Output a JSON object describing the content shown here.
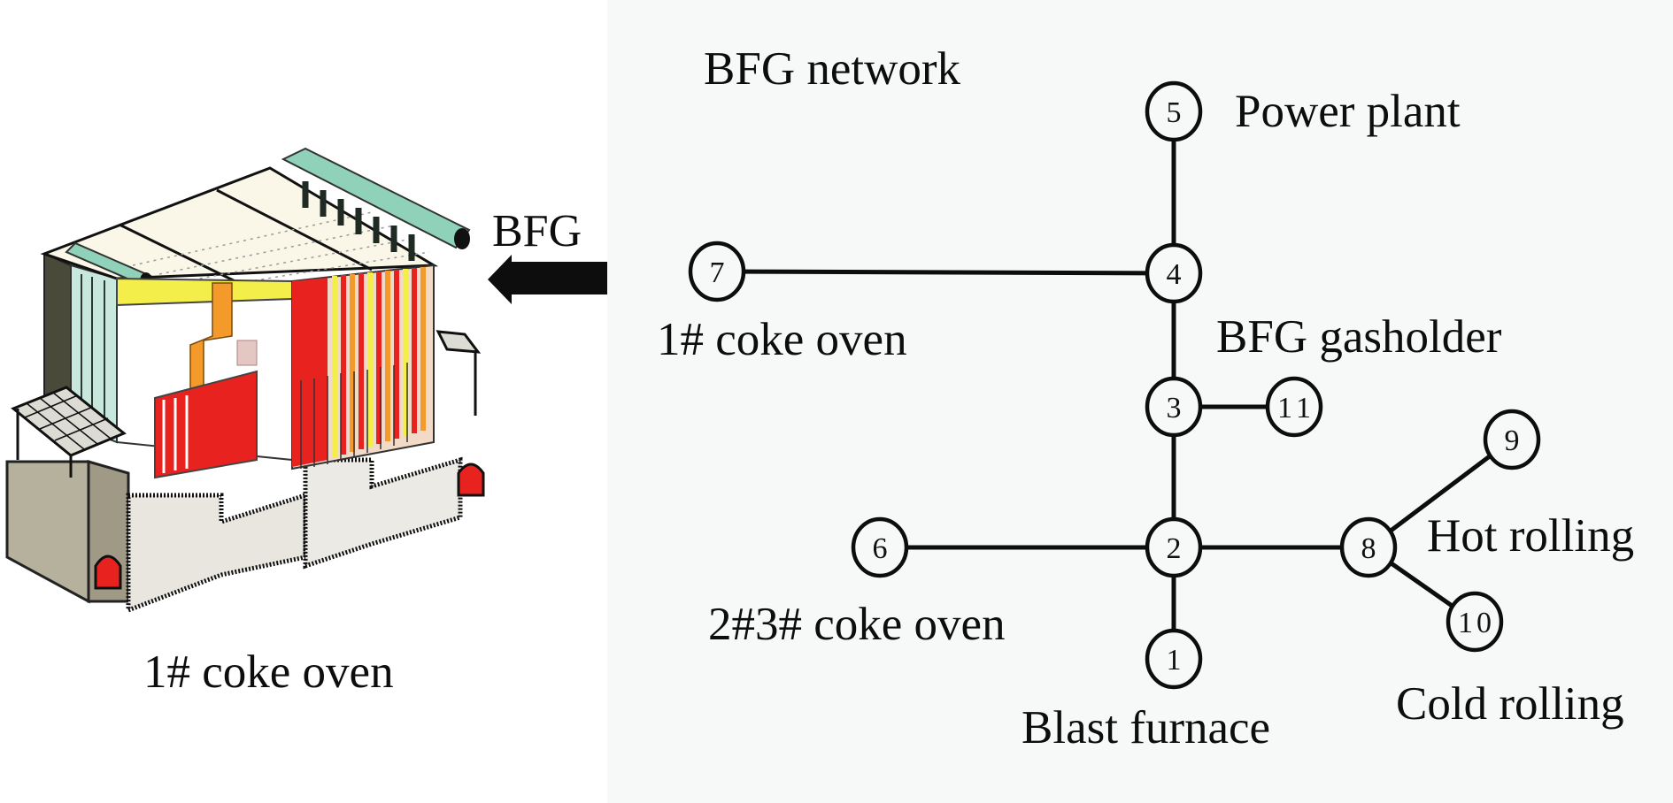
{
  "left": {
    "oven_caption": "1# coke oven",
    "arrow_label": "BFG",
    "illustration": "coke-oven-isometric-cutaway"
  },
  "network": {
    "title": "BFG network",
    "nodes": [
      {
        "id": "1",
        "label": "Blast furnace"
      },
      {
        "id": "2",
        "label": ""
      },
      {
        "id": "3",
        "label": ""
      },
      {
        "id": "4",
        "label": ""
      },
      {
        "id": "5",
        "label": "Power plant"
      },
      {
        "id": "6",
        "label": "2#3# coke oven"
      },
      {
        "id": "7",
        "label": "1# coke oven"
      },
      {
        "id": "8",
        "label": "Hot rolling"
      },
      {
        "id": "9",
        "label": ""
      },
      {
        "id": "10",
        "label": "Cold rolling"
      },
      {
        "id": "11",
        "label": ""
      }
    ],
    "edges": [
      [
        "5",
        "4"
      ],
      [
        "7",
        "4"
      ],
      [
        "4",
        "3"
      ],
      [
        "3",
        "11"
      ],
      [
        "3",
        "2"
      ],
      [
        "6",
        "2"
      ],
      [
        "2",
        "1"
      ],
      [
        "2",
        "8"
      ],
      [
        "8",
        "9"
      ],
      [
        "8",
        "10"
      ]
    ],
    "annotations": {
      "gasholder": "BFG gasholder"
    }
  },
  "colors": {
    "ink": "#0d0d0d",
    "panel_bg": "#f7f9f9",
    "oven_red": "#e8231f",
    "oven_orange": "#f39a2b",
    "oven_yellow": "#f3ee4a",
    "oven_teal": "#9fd6c2",
    "concrete": "#b9b4a2"
  }
}
